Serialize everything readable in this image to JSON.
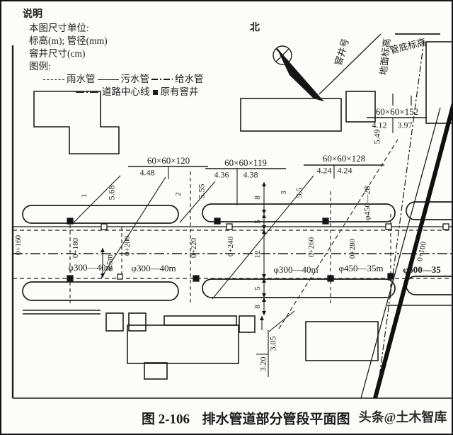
{
  "legend": {
    "title": "说明",
    "unit_heading": "本图尺寸单位:",
    "unit_line1": "标高(m); 管径(mm)",
    "unit_line2": "窨井尺寸(cm)",
    "key_heading": "图例:",
    "rain": "雨水管",
    "sewage": "污水管",
    "water": "给水管",
    "centerline": "道路中心线",
    "existing": "原有窨井"
  },
  "north": "北",
  "ann": {
    "well_no": "窨井号",
    "ground": "地面标高",
    "invert": "管底标高"
  },
  "callouts": {
    "c120": {
      "size": "60×60×120",
      "v1": "4.48"
    },
    "c119": {
      "size": "60×60×119",
      "v1": "4.36",
      "v2": "4.38"
    },
    "c128": {
      "size": "60×60×128",
      "v1": "4.24",
      "v2": "4.24"
    },
    "c152": {
      "size": "60×60×152",
      "v1": "4.12",
      "v2": "3.97",
      "depth": "5.49"
    }
  },
  "stations": {
    "s160": "0+160",
    "s180": "0+180",
    "s200": "0+200",
    "s220": "0+220",
    "s240": "0+240",
    "s260": "0+260",
    "s280": "0+280",
    "s100": "0+100"
  },
  "pipes": {
    "p1": "φ300—40m",
    "p2": "φ300—40m",
    "p3": "φ300—40m",
    "p4": "φ450—35m",
    "p5": "φ600—35",
    "p6": "φ450—28"
  },
  "dims": {
    "offset": "4.5m",
    "d8a": "8",
    "d5a": "5",
    "d12": "12",
    "d5b": "5",
    "d8b": "8",
    "e1": "3.20",
    "e2": "3.05"
  },
  "marks": {
    "n1": "1",
    "n2": "2",
    "n3": "3",
    "m1": "5.68",
    "m2": "5.55",
    "m3": "5.5"
  },
  "caption": {
    "fig": "图 2-106",
    "title": "排水管道部分管段平面图",
    "watermark": "头条@土木智库"
  }
}
